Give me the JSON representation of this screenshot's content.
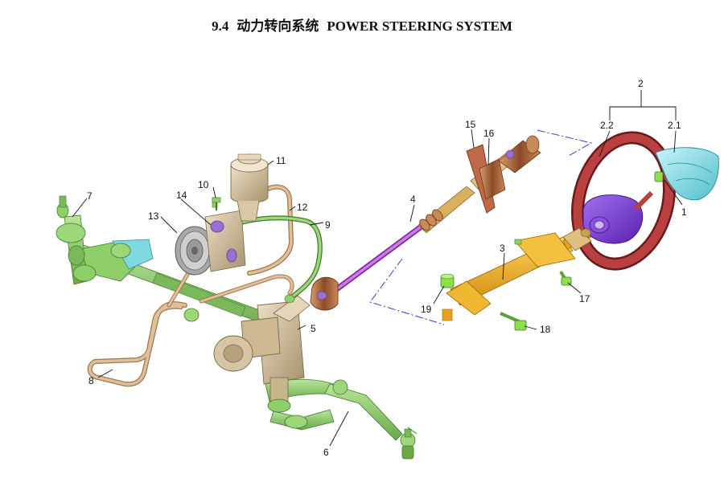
{
  "title": {
    "section": "9.4",
    "chinese": "动力转向系统",
    "english": "POWER STEERING SYSTEM"
  },
  "callouts": {
    "c1": "1",
    "c2": "2",
    "c2_1": "2.1",
    "c2_2": "2.2",
    "c3": "3",
    "c4": "4",
    "c5": "5",
    "c6": "6",
    "c7": "7",
    "c8": "8",
    "c9": "9",
    "c10": "10",
    "c11": "11",
    "c12": "12",
    "c13": "13",
    "c14": "14",
    "c15": "15",
    "c16": "16",
    "c17": "17",
    "c18": "18",
    "c19": "19"
  },
  "colors": {
    "linkage_green": "#8fcf6a",
    "hose_tan": "#d8b48a",
    "gearbox_beige": "#d6c4a4",
    "shaft_magenta": "#b04fd0",
    "column_orange": "#e8a21c",
    "wheel_red": "#a83a3a",
    "hub_purple": "#7a3ad0",
    "cover_cyan": "#7fd8e0",
    "assembly_line_blue": "#3a3ad8"
  }
}
